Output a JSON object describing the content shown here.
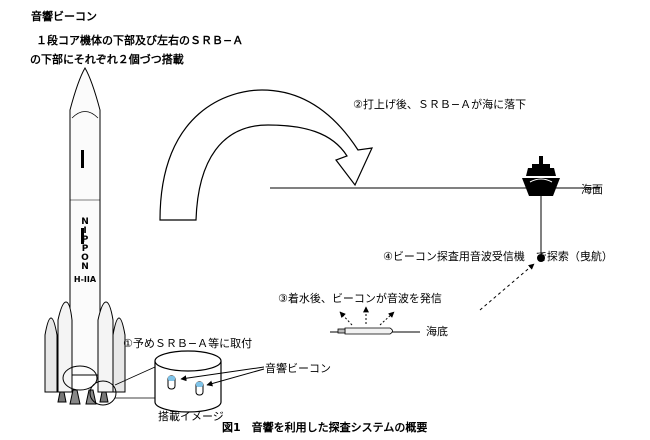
{
  "title": {
    "heading": "音響ビーコン",
    "line1": "１段コア機体の下部及び左右のＳＲＢ−Ａ",
    "line2": "の下部にそれぞれ２個づつ搭載"
  },
  "rocket": {
    "label_vertical": "NIPPON",
    "label_model": "H-IIA"
  },
  "steps": {
    "step1": "①予めＳＲＢ−Ａ等に取付",
    "step2": "②打上げ後、ＳＲＢ−Ａが海に落下",
    "step3": "③着水後、ビーコンが音波を発信",
    "step4": "④ビーコン探査用音波受信機　で探索（曳航）"
  },
  "labels": {
    "sea_surface": "海面",
    "sea_bottom": "海底",
    "beacon": "音響ビーコン",
    "mount_image": "搭載イメージ"
  },
  "caption": "図1　音響を利用した探査システムの概要"
}
